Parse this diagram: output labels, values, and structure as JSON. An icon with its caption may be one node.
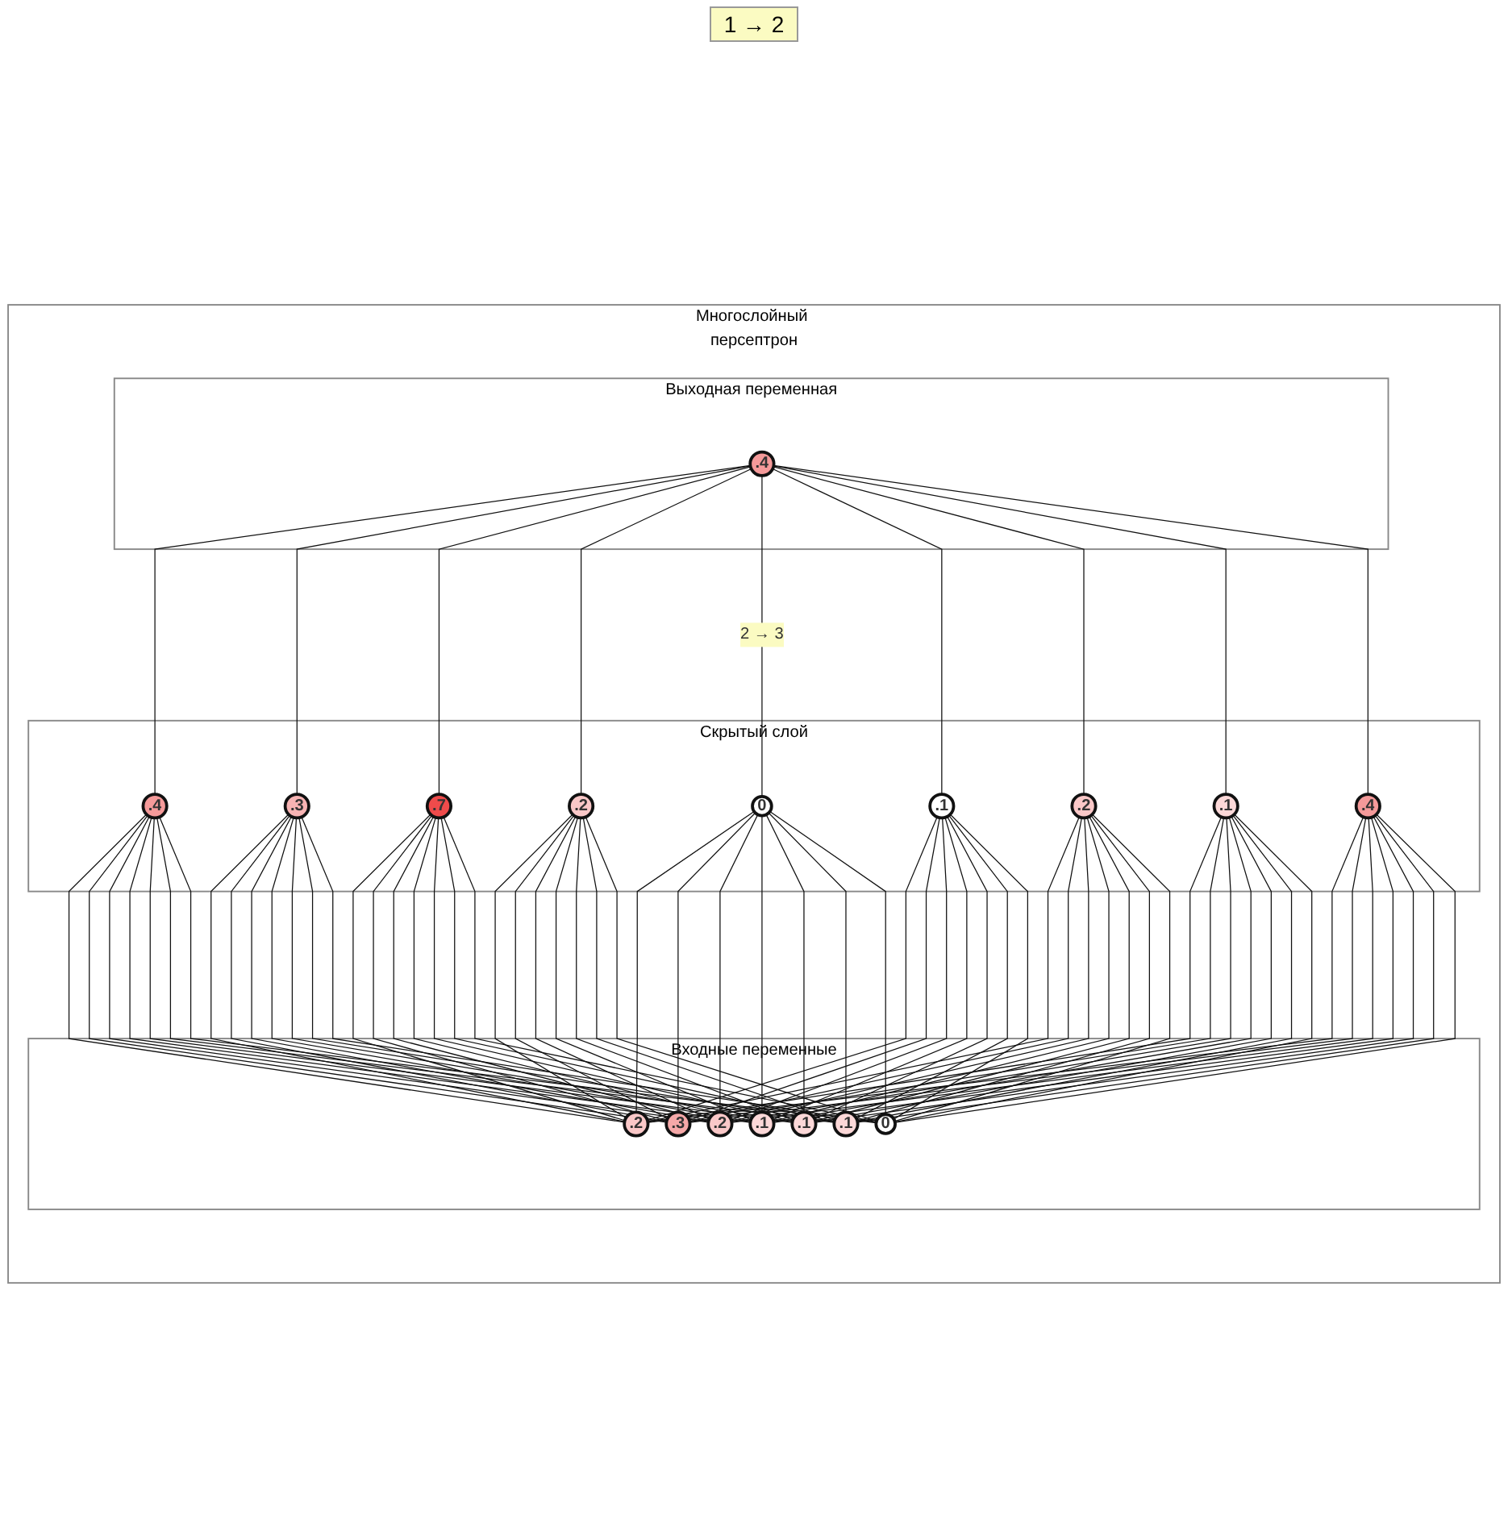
{
  "diagram": {
    "nodes": [
      {
        "text": [
          "Многослойный персептрон"
        ]
      },
      {
        "text": [
          "Выходная переменная"
        ],
        "in": 0
      },
      {
        "text": [
          ".4"
        ],
        "in": 1
      },
      {
        "text": [
          "Скрытый слой"
        ],
        "in": 0
      },
      {
        "text": [
          ".4"
        ],
        "in": 3
      },
      {
        "text": [
          ".3"
        ],
        "in": 3
      },
      {
        "text": [
          ".7"
        ],
        "in": 3
      },
      {
        "text": [
          ".2"
        ],
        "in": 3
      },
      {
        "text": [
          "0"
        ],
        "in": 3
      },
      {
        "text": [
          ".1"
        ],
        "in": 3
      },
      {
        "text": [
          ".2"
        ],
        "in": 3
      },
      {
        "text": [
          ".1"
        ],
        "in": 3
      },
      {
        "text": [
          ".4"
        ],
        "in": 3
      },
      {
        "text": [
          "Входные переменные"
        ],
        "in": 0
      },
      {
        "text": [
          ".2"
        ],
        "in": 13
      },
      {
        "text": [
          ".3"
        ],
        "in": 13
      },
      {
        "text": [
          ".2"
        ],
        "in": 13
      },
      {
        "text": [
          ".1"
        ],
        "in": 13
      },
      {
        "text": [
          ".1"
        ],
        "in": 13
      },
      {
        "text": [
          ".1"
        ],
        "in": 13
      },
      {
        "text": [
          "0"
        ],
        "in": 13
      }
    ],
    "edges": [
      {
        "from": 4,
        "to": 2,
        "arrow": "none"
      },
      {
        "from": 5,
        "to": 2,
        "arrow": "none"
      },
      {
        "from": 6,
        "to": 2,
        "arrow": "none"
      },
      {
        "from": 7,
        "to": 2,
        "arrow": "none"
      },
      {
        "from": 8,
        "to": 2,
        "arrow": "none",
        "label": "2 → 3"
      },
      {
        "from": 9,
        "to": 2,
        "arrow": "none"
      },
      {
        "from": 10,
        "to": 2,
        "arrow": "none"
      },
      {
        "from": 11,
        "to": 2,
        "arrow": "none"
      },
      {
        "from": 12,
        "to": 2,
        "arrow": "none"
      },
      {
        "from": 14,
        "to": 4,
        "arrow": "none"
      },
      {
        "from": 14,
        "to": 5,
        "arrow": "none"
      },
      {
        "from": 14,
        "to": 6,
        "arrow": "none"
      },
      {
        "from": 14,
        "to": 7,
        "arrow": "none"
      },
      {
        "from": 14,
        "to": 8,
        "arrow": "none"
      },
      {
        "from": 14,
        "to": 9,
        "arrow": "none"
      },
      {
        "from": 14,
        "to": 10,
        "arrow": "none"
      },
      {
        "from": 14,
        "to": 11,
        "arrow": "none"
      },
      {
        "from": 14,
        "to": 12,
        "arrow": "none"
      },
      {
        "from": 15,
        "to": 4,
        "arrow": "none"
      },
      {
        "from": 15,
        "to": 5,
        "arrow": "none"
      },
      {
        "from": 15,
        "to": 6,
        "arrow": "none"
      },
      {
        "from": 15,
        "to": 7,
        "arrow": "none"
      },
      {
        "from": 15,
        "to": 8,
        "arrow": "none"
      },
      {
        "from": 15,
        "to": 9,
        "arrow": "none"
      },
      {
        "from": 15,
        "to": 10,
        "arrow": "none"
      },
      {
        "from": 15,
        "to": 11,
        "arrow": "none"
      },
      {
        "from": 15,
        "to": 12,
        "arrow": "none"
      },
      {
        "from": 16,
        "to": 4,
        "arrow": "none"
      },
      {
        "from": 16,
        "to": 5,
        "arrow": "none"
      },
      {
        "from": 16,
        "to": 6,
        "arrow": "none"
      },
      {
        "from": 16,
        "to": 7,
        "arrow": "none"
      },
      {
        "from": 16,
        "to": 8,
        "arrow": "none"
      },
      {
        "from": 16,
        "to": 9,
        "arrow": "none"
      },
      {
        "from": 16,
        "to": 10,
        "arrow": "none"
      },
      {
        "from": 16,
        "to": 11,
        "arrow": "none"
      },
      {
        "from": 16,
        "to": 12,
        "arrow": "none"
      },
      {
        "from": 17,
        "to": 4,
        "arrow": "none"
      },
      {
        "from": 17,
        "to": 5,
        "arrow": "none"
      },
      {
        "from": 17,
        "to": 6,
        "arrow": "none"
      },
      {
        "from": 17,
        "to": 7,
        "arrow": "none"
      },
      {
        "from": 17,
        "to": 8,
        "arrow": "none"
      },
      {
        "from": 17,
        "to": 9,
        "arrow": "none"
      },
      {
        "from": 17,
        "to": 10,
        "arrow": "none"
      },
      {
        "from": 17,
        "to": 11,
        "arrow": "none"
      },
      {
        "from": 17,
        "to": 12,
        "arrow": "none"
      },
      {
        "from": 18,
        "to": 4,
        "arrow": "none"
      },
      {
        "from": 18,
        "to": 5,
        "arrow": "none"
      },
      {
        "from": 18,
        "to": 6,
        "arrow": "none"
      },
      {
        "from": 18,
        "to": 7,
        "arrow": "none"
      },
      {
        "from": 18,
        "to": 8,
        "arrow": "none"
      },
      {
        "from": 18,
        "to": 9,
        "arrow": "none"
      },
      {
        "from": 18,
        "to": 10,
        "arrow": "none"
      },
      {
        "from": 18,
        "to": 11,
        "arrow": "none"
      },
      {
        "from": 18,
        "to": 12,
        "arrow": "none"
      },
      {
        "from": 19,
        "to": 4,
        "arrow": "none"
      },
      {
        "from": 19,
        "to": 5,
        "arrow": "none"
      },
      {
        "from": 19,
        "to": 6,
        "arrow": "none"
      },
      {
        "from": 19,
        "to": 7,
        "arrow": "none"
      },
      {
        "from": 19,
        "to": 8,
        "arrow": "none"
      },
      {
        "from": 19,
        "to": 9,
        "arrow": "none"
      },
      {
        "from": 19,
        "to": 10,
        "arrow": "none"
      },
      {
        "from": 19,
        "to": 11,
        "arrow": "none"
      },
      {
        "from": 19,
        "to": 12,
        "arrow": "none"
      },
      {
        "from": 20,
        "to": 4,
        "arrow": "none"
      },
      {
        "from": 20,
        "to": 5,
        "arrow": "none"
      },
      {
        "from": 20,
        "to": 6,
        "arrow": "none"
      },
      {
        "from": 20,
        "to": 7,
        "arrow": "none"
      },
      {
        "from": 20,
        "to": 8,
        "arrow": "none"
      },
      {
        "from": 20,
        "to": 9,
        "arrow": "none"
      },
      {
        "from": 20,
        "to": 10,
        "arrow": "none"
      },
      {
        "from": 20,
        "to": 11,
        "arrow": "none"
      },
      {
        "from": 20,
        "to": 12,
        "arrow": "none"
      }
    ],
    "labels": [
      "1 → 2"
    ]
  }
}
